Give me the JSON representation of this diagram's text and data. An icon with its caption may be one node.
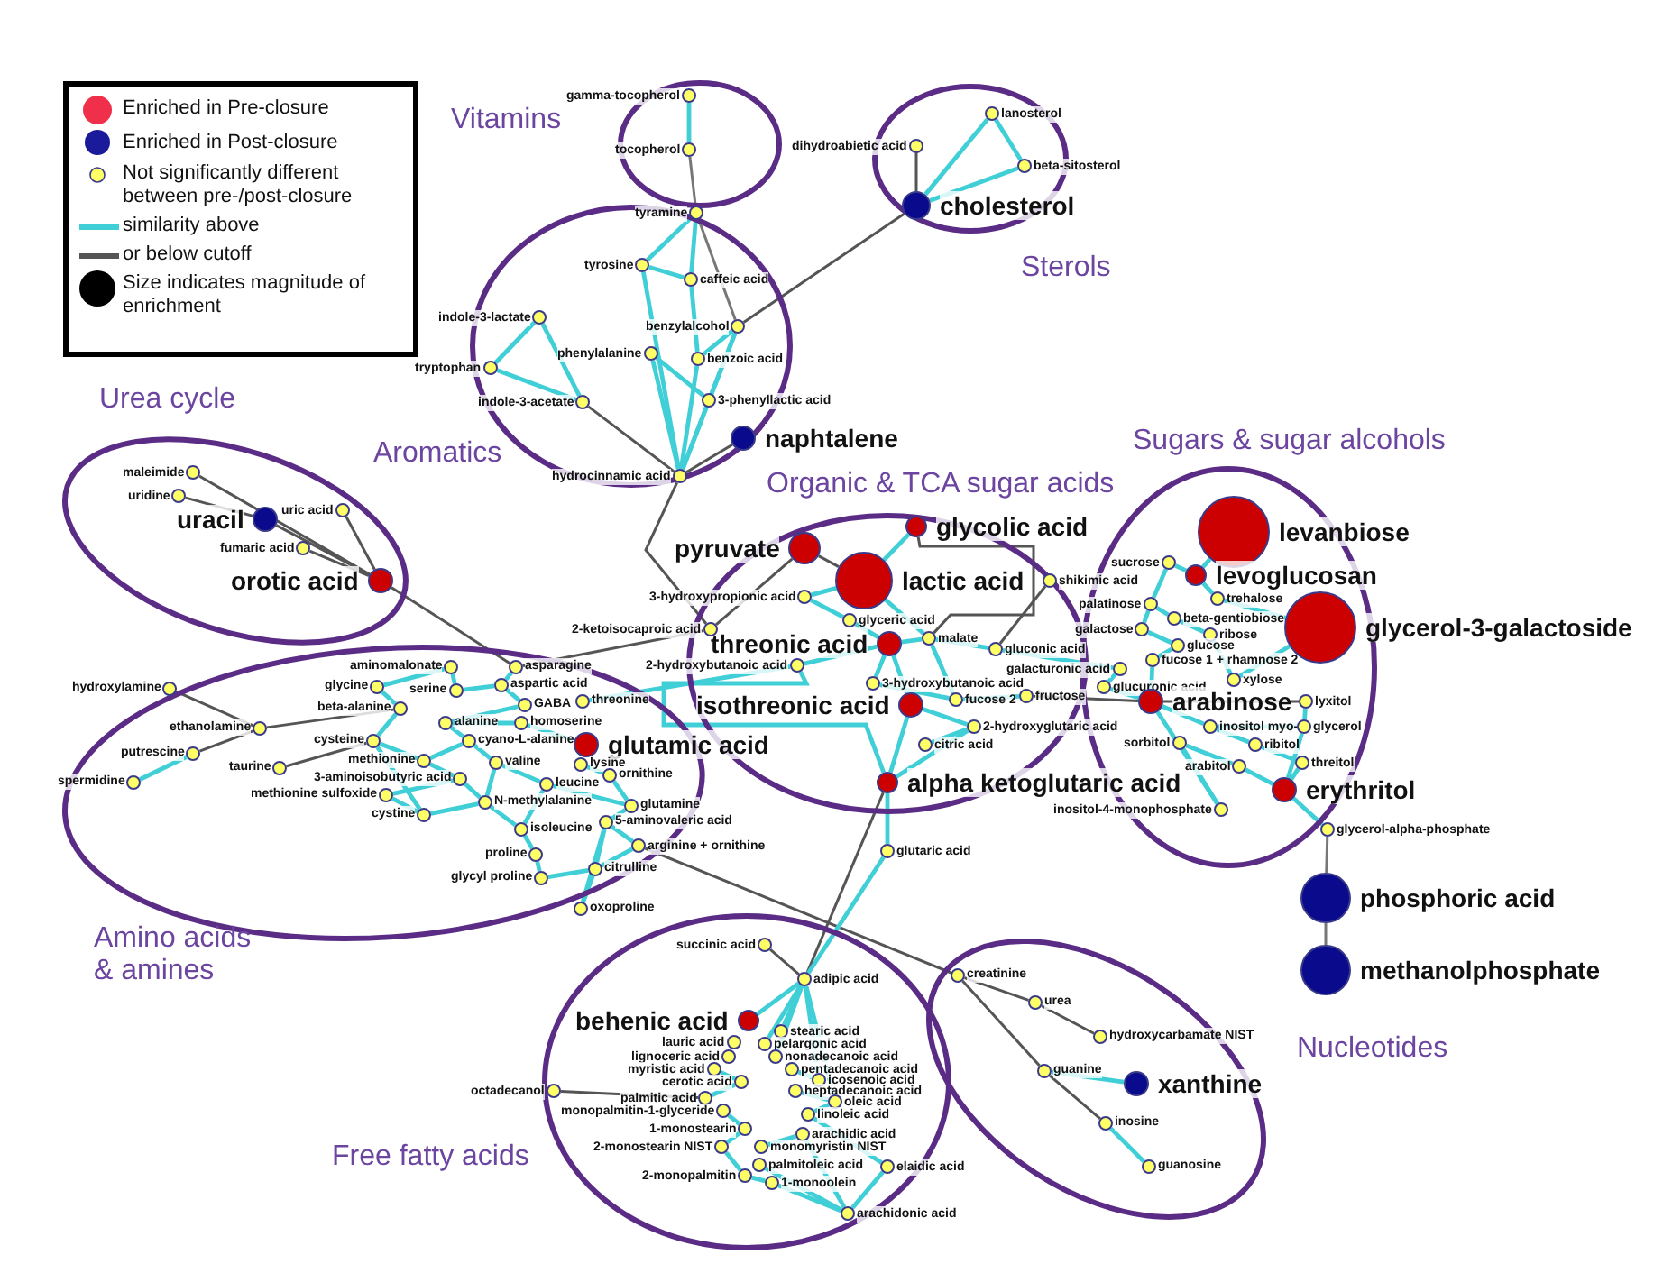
{
  "diagram": {
    "nodes": [
      {
        "text": [
          "Vitamins"
        ]
      },
      {
        "text": [
          "gamma-tocopherol"
        ]
      },
      {
        "text": [
          "tocopherol"
        ],
        "in": 0
      },
      {
        "text": [
          "Sterols"
        ]
      },
      {
        "text": [
          "lanosterol"
        ],
        "in": 3
      },
      {
        "text": [
          "dihydroabietic acid"
        ]
      },
      {
        "text": [
          "beta-sitosterol"
        ]
      },
      {
        "text": [
          "cholesterol"
        ],
        "in": 3
      },
      {
        "text": [
          "Aromatics"
        ]
      },
      {
        "text": [
          "tyramine"
        ],
        "in": 8
      },
      {
        "text": [
          "tyrosine"
        ],
        "in": 8
      },
      {
        "text": [
          "caffeic acid"
        ],
        "in": 8
      },
      {
        "text": [
          "indole-3-lactate"
        ],
        "in": 8
      },
      {
        "text": [
          "benzylalcohol"
        ],
        "in": 8
      },
      {
        "text": [
          "phenylalanine"
        ],
        "in": 8
      },
      {
        "text": [
          "benzoic acid"
        ],
        "in": 8
      },
      {
        "text": [
          "tryptophan"
        ]
      },
      {
        "text": [
          "indole-3-acetate"
        ],
        "in": 8
      },
      {
        "text": [
          "3-phenyllactic acid"
        ],
        "in": 8
      },
      {
        "text": [
          "naphtalene"
        ]
      },
      {
        "text": [
          "hydrocinnamic acid"
        ],
        "in": 8
      },
      {
        "text": [
          "Urea cycle"
        ]
      },
      {
        "text": [
          "maleimide"
        ],
        "in": 21
      },
      {
        "text": [
          "uridine"
        ],
        "in": 21
      },
      {
        "text": [
          "uric acid"
        ],
        "in": 21
      },
      {
        "text": [
          "uracil"
        ],
        "in": 21
      },
      {
        "text": [
          "fumaric acid"
        ],
        "in": 21
      },
      {
        "text": [
          "orotic acid"
        ],
        "in": 21
      },
      {
        "text": [
          "Amino acids & amines"
        ]
      },
      {
        "text": [
          "aminomalonate"
        ],
        "in": 28
      },
      {
        "text": [
          "asparagine"
        ],
        "in": 28
      },
      {
        "text": [
          "aspartic acid"
        ],
        "in": 28
      },
      {
        "text": [
          "glycine"
        ],
        "in": 28
      },
      {
        "text": [
          "hydroxylamine"
        ],
        "in": 28
      },
      {
        "text": [
          "serine"
        ],
        "in": 28
      },
      {
        "text": [
          "threonine"
        ],
        "in": 28
      },
      {
        "text": [
          "GABA"
        ],
        "in": 28
      },
      {
        "text": [
          "beta-alanine"
        ],
        "in": 28
      },
      {
        "text": [
          "alanine"
        ],
        "in": 28
      },
      {
        "text": [
          "homoserine"
        ],
        "in": 28
      },
      {
        "text": [
          "ethanolamine"
        ],
        "in": 28
      },
      {
        "text": [
          "glutamic acid"
        ],
        "in": 28
      },
      {
        "text": [
          "cysteine"
        ],
        "in": 28
      },
      {
        "text": [
          "cyano-L-alanine"
        ],
        "in": 28
      },
      {
        "text": [
          "putrescine"
        ],
        "in": 28
      },
      {
        "text": [
          "lysine"
        ],
        "in": 28
      },
      {
        "text": [
          "methionine"
        ],
        "in": 28
      },
      {
        "text": [
          "valine"
        ],
        "in": 28
      },
      {
        "text": [
          "taurine"
        ],
        "in": 28
      },
      {
        "text": [
          "ornithine"
        ],
        "in": 28
      },
      {
        "text": [
          "3-aminoisobutyric acid"
        ],
        "in": 28
      },
      {
        "text": [
          "spermidine"
        ],
        "in": 28
      },
      {
        "text": [
          "leucine"
        ],
        "in": 28
      },
      {
        "text": [
          "methionine sulfoxide"
        ],
        "in": 28
      },
      {
        "text": [
          "N-methylalanine"
        ],
        "in": 28
      },
      {
        "text": [
          "glutamine"
        ],
        "in": 28
      },
      {
        "text": [
          "cystine"
        ],
        "in": 28
      },
      {
        "text": [
          "5-aminovaleric acid"
        ],
        "in": 28
      },
      {
        "text": [
          "isoleucine"
        ],
        "in": 28
      },
      {
        "text": [
          "arginine + ornithine"
        ]
      },
      {
        "text": [
          "proline"
        ],
        "in": 28
      },
      {
        "text": [
          "citrulline"
        ],
        "in": 28
      },
      {
        "text": [
          "glycyl proline"
        ],
        "in": 28
      },
      {
        "text": [
          "oxoproline"
        ],
        "in": 28
      },
      {
        "text": [
          "Organic & TCA sugar acids"
        ]
      },
      {
        "text": [
          "glycolic acid"
        ],
        "in": 64
      },
      {
        "text": [
          "pyruvate"
        ],
        "in": 64
      },
      {
        "text": [
          "lactic acid"
        ],
        "in": 64
      },
      {
        "text": [
          "shikimic acid"
        ]
      },
      {
        "text": [
          "3-hydroxypropionic acid"
        ],
        "in": 64
      },
      {
        "text": [
          "glyceric acid"
        ],
        "in": 64
      },
      {
        "text": [
          "2-ketoisocaproic acid"
        ]
      },
      {
        "text": [
          "malate"
        ],
        "in": 64
      },
      {
        "text": [
          "threonic acid"
        ],
        "in": 64
      },
      {
        "text": [
          "gluconic acid"
        ],
        "in": 64
      },
      {
        "text": [
          "2-hydroxybutanoic acid"
        ],
        "in": 64
      },
      {
        "text": [
          "galacturonic acid"
        ]
      },
      {
        "text": [
          "3-hydroxybutanoic acid"
        ],
        "in": 64
      },
      {
        "text": [
          "fructose"
        ],
        "in": 64
      },
      {
        "text": [
          "fucose 2"
        ],
        "in": 64
      },
      {
        "text": [
          "isothreonic acid"
        ],
        "in": 64
      },
      {
        "text": [
          "2-hydroxyglutaric acid"
        ],
        "in": 64
      },
      {
        "text": [
          "citric acid"
        ],
        "in": 64
      },
      {
        "text": [
          "alpha ketoglutaric acid"
        ]
      },
      {
        "text": [
          "glutaric acid"
        ]
      },
      {
        "text": [
          "Sugars & sugar alcohols"
        ]
      },
      {
        "text": [
          "levanbiose"
        ],
        "in": 85
      },
      {
        "text": [
          "sucrose"
        ],
        "in": 85
      },
      {
        "text": [
          "levoglucosan"
        ],
        "in": 85
      },
      {
        "text": [
          "trehalose"
        ],
        "in": 85
      },
      {
        "text": [
          "palatinose"
        ],
        "in": 85
      },
      {
        "text": [
          "beta-gentiobiose"
        ],
        "in": 85
      },
      {
        "text": [
          "glycerol-3-galactoside"
        ]
      },
      {
        "text": [
          "galactose"
        ],
        "in": 85
      },
      {
        "text": [
          "ribose"
        ],
        "in": 85
      },
      {
        "text": [
          "glucose"
        ],
        "in": 85
      },
      {
        "text": [
          "fucose 1 + rhamnose 2"
        ],
        "in": 85
      },
      {
        "text": [
          "glucuronic acid"
        ],
        "in": 85
      },
      {
        "text": [
          "xylose"
        ],
        "in": 85
      },
      {
        "text": [
          "arabinose"
        ],
        "in": 85
      },
      {
        "text": [
          "lyxitol"
        ],
        "in": 85
      },
      {
        "text": [
          "inositol myo-"
        ],
        "in": 85
      },
      {
        "text": [
          "glycerol"
        ],
        "in": 85
      },
      {
        "text": [
          "sorbitol"
        ],
        "in": 85
      },
      {
        "text": [
          "ribitol"
        ],
        "in": 85
      },
      {
        "text": [
          "threitol"
        ],
        "in": 85
      },
      {
        "text": [
          "arabitol"
        ],
        "in": 85
      },
      {
        "text": [
          "erythritol"
        ],
        "in": 85
      },
      {
        "text": [
          "inositol-4-monophosphate"
        ]
      },
      {
        "text": [
          "glycerol-alpha-phosphate"
        ]
      },
      {
        "text": [
          "phosphoric acid"
        ]
      },
      {
        "text": [
          "methanolphosphate"
        ]
      },
      {
        "text": [
          "Nucleotides"
        ]
      },
      {
        "text": [
          "creatinine"
        ],
        "in": 112
      },
      {
        "text": [
          "urea"
        ],
        "in": 112
      },
      {
        "text": [
          "hydroxycarbamate NIST"
        ],
        "in": 112
      },
      {
        "text": [
          "guanine"
        ],
        "in": 112
      },
      {
        "text": [
          "xanthine"
        ],
        "in": 112
      },
      {
        "text": [
          "inosine"
        ],
        "in": 112
      },
      {
        "text": [
          "guanosine"
        ],
        "in": 112
      },
      {
        "text": [
          "Free fatty acids"
        ]
      },
      {
        "text": [
          "succinic acid"
        ],
        "in": 120
      },
      {
        "text": [
          "adipic acid"
        ],
        "in": 120
      },
      {
        "text": [
          "behenic acid"
        ],
        "in": 120
      },
      {
        "text": [
          "stearic acid"
        ],
        "in": 120
      },
      {
        "text": [
          "lauric acid"
        ],
        "in": 120
      },
      {
        "text": [
          "pelargonic acid"
        ],
        "in": 120
      },
      {
        "text": [
          "lignoceric acid"
        ],
        "in": 120
      },
      {
        "text": [
          "nonadecanoic acid"
        ],
        "in": 120
      },
      {
        "text": [
          "myristic acid"
        ],
        "in": 120
      },
      {
        "text": [
          "pentadecanoic acid"
        ],
        "in": 120
      },
      {
        "text": [
          "icosenoic acid"
        ],
        "in": 120
      },
      {
        "text": [
          "cerotic acid"
        ],
        "in": 120
      },
      {
        "text": [
          "heptadecanoic acid"
        ],
        "in": 120
      },
      {
        "text": [
          "octadecanol"
        ]
      },
      {
        "text": [
          "palmitic acid"
        ],
        "in": 120
      },
      {
        "text": [
          "oleic acid"
        ],
        "in": 120
      },
      {
        "text": [
          "monopalmitin-1-glyceride"
        ],
        "in": 120
      },
      {
        "text": [
          "linoleic acid"
        ],
        "in": 120
      },
      {
        "text": [
          "1-monostearin"
        ],
        "in": 120
      },
      {
        "text": [
          "arachidic acid"
        ],
        "in": 120
      },
      {
        "text": [
          "2-monostearin NIST"
        ],
        "in": 120
      },
      {
        "text": [
          "monomyristin NIST"
        ],
        "in": 120
      },
      {
        "text": [
          "palmitoleic acid"
        ],
        "in": 120
      },
      {
        "text": [
          "elaidic acid"
        ],
        "in": 120
      },
      {
        "text": [
          "2-monopalmitin"
        ],
        "in": 120
      },
      {
        "text": [
          "1-monoolein"
        ],
        "in": 120
      },
      {
        "text": [
          "arachidonic acid"
        ],
        "in": 120
      }
    ],
    "edges": [
      {
        "from": 1,
        "to": 2,
        "arrow": "none"
      },
      {
        "from": 2,
        "to": 9,
        "arrow": "none",
        "color": "#777777"
      },
      {
        "from": 5,
        "to": 7,
        "arrow": "none",
        "color": "#555555"
      },
      {
        "from": 7,
        "to": 4,
        "arrow": "none"
      },
      {
        "from": 7,
        "to": 6,
        "arrow": "none"
      },
      {
        "from": 4,
        "to": 6,
        "arrow": "none"
      },
      {
        "from": 13,
        "to": 7,
        "arrow": "none",
        "color": "#555555"
      },
      {
        "from": 9,
        "to": 10,
        "arrow": "none"
      },
      {
        "from": 9,
        "to": 11,
        "arrow": "none"
      },
      {
        "from": 9,
        "to": 13,
        "arrow": "none",
        "color": "#777777"
      },
      {
        "from": 10,
        "to": 11,
        "arrow": "none"
      },
      {
        "from": 10,
        "to": 20,
        "arrow": "none"
      },
      {
        "from": 11,
        "to": 15,
        "arrow": "none"
      },
      {
        "from": 13,
        "to": 15,
        "arrow": "none"
      },
      {
        "from": 13,
        "to": 18,
        "arrow": "none"
      },
      {
        "from": 13,
        "to": 20,
        "arrow": "none"
      },
      {
        "from": 14,
        "to": 18,
        "arrow": "none"
      },
      {
        "from": 14,
        "to": 20,
        "arrow": "none"
      },
      {
        "from": 15,
        "to": 20,
        "arrow": "none"
      },
      {
        "from": 18,
        "to": 20,
        "arrow": "none"
      },
      {
        "from": 12,
        "to": 16,
        "arrow": "none"
      },
      {
        "from": 12,
        "to": 17,
        "arrow": "none"
      },
      {
        "from": 16,
        "to": 17,
        "arrow": "none"
      },
      {
        "from": 17,
        "to": 20,
        "arrow": "none",
        "color": "#555555"
      },
      {
        "from": 19,
        "to": 20,
        "arrow": "none",
        "color": "#555555"
      },
      {
        "from": 20,
        "to": 71,
        "arrow": "none",
        "color": "#555555"
      },
      {
        "from": 22,
        "to": 27,
        "arrow": "none",
        "color": "#555555"
      },
      {
        "from": 23,
        "to": 25,
        "arrow": "none",
        "color": "#555555"
      },
      {
        "from": 25,
        "to": 27,
        "arrow": "none",
        "color": "#555555"
      },
      {
        "from": 24,
        "to": 27,
        "arrow": "none",
        "color": "#555555"
      },
      {
        "from": 26,
        "to": 27,
        "arrow": "none",
        "color": "#555555"
      },
      {
        "from": 27,
        "to": 30,
        "arrow": "none",
        "color": "#555555"
      },
      {
        "from": 33,
        "to": 40,
        "arrow": "none",
        "color": "#555555"
      },
      {
        "from": 40,
        "to": 44,
        "arrow": "none",
        "color": "#555555"
      },
      {
        "from": 44,
        "to": 51,
        "arrow": "none"
      },
      {
        "from": 40,
        "to": 37,
        "arrow": "none",
        "color": "#555555"
      },
      {
        "from": 48,
        "to": 42,
        "arrow": "none",
        "color": "#555555"
      },
      {
        "from": 30,
        "to": 71,
        "arrow": "none",
        "color": "#555555"
      },
      {
        "from": 35,
        "to": 75,
        "arrow": "none"
      },
      {
        "from": 59,
        "to": 113,
        "arrow": "none",
        "color": "#555555"
      },
      {
        "from": 29,
        "to": 32,
        "arrow": "none"
      },
      {
        "from": 29,
        "to": 34,
        "arrow": "none"
      },
      {
        "from": 32,
        "to": 37,
        "arrow": "none"
      },
      {
        "from": 34,
        "to": 31,
        "arrow": "none"
      },
      {
        "from": 31,
        "to": 36,
        "arrow": "none"
      },
      {
        "from": 31,
        "to": 30,
        "arrow": "none"
      },
      {
        "from": 38,
        "to": 39,
        "arrow": "none"
      },
      {
        "from": 38,
        "to": 43,
        "arrow": "none"
      },
      {
        "from": 37,
        "to": 42,
        "arrow": "none"
      },
      {
        "from": 42,
        "to": 46,
        "arrow": "none"
      },
      {
        "from": 42,
        "to": 56,
        "arrow": "none"
      },
      {
        "from": 46,
        "to": 50,
        "arrow": "none"
      },
      {
        "from": 50,
        "to": 53,
        "arrow": "none"
      },
      {
        "from": 53,
        "to": 56,
        "arrow": "none"
      },
      {
        "from": 56,
        "to": 54,
        "arrow": "none"
      },
      {
        "from": 43,
        "to": 47,
        "arrow": "none"
      },
      {
        "from": 47,
        "to": 54,
        "arrow": "none"
      },
      {
        "from": 47,
        "to": 52,
        "arrow": "none"
      },
      {
        "from": 52,
        "to": 58,
        "arrow": "none"
      },
      {
        "from": 54,
        "to": 58,
        "arrow": "none"
      },
      {
        "from": 58,
        "to": 60,
        "arrow": "none"
      },
      {
        "from": 60,
        "to": 62,
        "arrow": "none"
      },
      {
        "from": 62,
        "to": 61,
        "arrow": "none"
      },
      {
        "from": 61,
        "to": 63,
        "arrow": "none"
      },
      {
        "from": 57,
        "to": 59,
        "arrow": "none"
      },
      {
        "from": 55,
        "to": 57,
        "arrow": "none"
      },
      {
        "from": 45,
        "to": 49,
        "arrow": "none"
      },
      {
        "from": 39,
        "to": 41,
        "arrow": "none"
      },
      {
        "from": 52,
        "to": 55,
        "arrow": "none"
      },
      {
        "from": 49,
        "to": 55,
        "arrow": "none"
      },
      {
        "from": 57,
        "to": 61,
        "arrow": "none"
      },
      {
        "from": 36,
        "to": 38,
        "arrow": "none"
      },
      {
        "from": 50,
        "to": 54,
        "arrow": "none"
      },
      {
        "from": 46,
        "to": 43,
        "arrow": "none"
      },
      {
        "from": 59,
        "to": 61,
        "arrow": "none"
      },
      {
        "from": 63,
        "to": 57,
        "arrow": "none"
      },
      {
        "from": 66,
        "to": 67,
        "arrow": "none",
        "color": "#555555"
      },
      {
        "from": 66,
        "to": 71,
        "arrow": "none",
        "color": "#555555"
      },
      {
        "from": 65,
        "to": 72,
        "arrow": "none",
        "color": "#555555"
      },
      {
        "from": 68,
        "to": 74,
        "arrow": "none",
        "color": "#555555"
      },
      {
        "from": 67,
        "to": 69,
        "arrow": "none"
      },
      {
        "from": 67,
        "to": 65,
        "arrow": "none"
      },
      {
        "from": 69,
        "to": 70,
        "arrow": "none"
      },
      {
        "from": 70,
        "to": 73,
        "arrow": "none"
      },
      {
        "from": 73,
        "to": 72,
        "arrow": "none"
      },
      {
        "from": 73,
        "to": 77,
        "arrow": "none"
      },
      {
        "from": 73,
        "to": 80,
        "arrow": "none"
      },
      {
        "from": 75,
        "to": 73,
        "arrow": "none"
      },
      {
        "from": 75,
        "to": 83,
        "arrow": "none"
      },
      {
        "from": 80,
        "to": 83,
        "arrow": "none"
      },
      {
        "from": 72,
        "to": 74,
        "arrow": "none"
      },
      {
        "from": 74,
        "to": 76,
        "arrow": "none"
      },
      {
        "from": 79,
        "to": 78,
        "arrow": "none"
      },
      {
        "from": 78,
        "to": 99,
        "arrow": "none",
        "color": "#555555"
      },
      {
        "from": 81,
        "to": 83,
        "arrow": "none"
      },
      {
        "from": 81,
        "to": 82,
        "arrow": "none"
      },
      {
        "from": 83,
        "to": 84,
        "arrow": "none"
      },
      {
        "from": 77,
        "to": 79,
        "arrow": "none"
      },
      {
        "from": 80,
        "to": 81,
        "arrow": "none"
      },
      {
        "from": 76,
        "to": 97,
        "arrow": "none"
      },
      {
        "from": 72,
        "to": 79,
        "arrow": "none"
      },
      {
        "from": 83,
        "to": 122,
        "arrow": "none",
        "color": "#555555"
      },
      {
        "from": 84,
        "to": 122,
        "arrow": "none"
      },
      {
        "from": 67,
        "to": 72,
        "arrow": "none"
      },
      {
        "from": 86,
        "to": 88,
        "arrow": "none"
      },
      {
        "from": 87,
        "to": 88,
        "arrow": "none"
      },
      {
        "from": 88,
        "to": 89,
        "arrow": "none"
      },
      {
        "from": 89,
        "to": 92,
        "arrow": "none"
      },
      {
        "from": 90,
        "to": 91,
        "arrow": "none"
      },
      {
        "from": 91,
        "to": 94,
        "arrow": "none"
      },
      {
        "from": 93,
        "to": 95,
        "arrow": "none"
      },
      {
        "from": 94,
        "to": 98,
        "arrow": "none"
      },
      {
        "from": 95,
        "to": 96,
        "arrow": "none"
      },
      {
        "from": 96,
        "to": 99,
        "arrow": "none"
      },
      {
        "from": 97,
        "to": 99,
        "arrow": "none"
      },
      {
        "from": 99,
        "to": 101,
        "arrow": "none"
      },
      {
        "from": 101,
        "to": 102,
        "arrow": "none"
      },
      {
        "from": 100,
        "to": 102,
        "arrow": "none"
      },
      {
        "from": 103,
        "to": 106,
        "arrow": "none"
      },
      {
        "from": 101,
        "to": 104,
        "arrow": "none"
      },
      {
        "from": 104,
        "to": 105,
        "arrow": "none"
      },
      {
        "from": 105,
        "to": 107,
        "arrow": "none"
      },
      {
        "from": 106,
        "to": 107,
        "arrow": "none"
      },
      {
        "from": 102,
        "to": 107,
        "arrow": "none"
      },
      {
        "from": 92,
        "to": 98,
        "arrow": "none"
      },
      {
        "from": 87,
        "to": 90,
        "arrow": "none"
      },
      {
        "from": 90,
        "to": 93,
        "arrow": "none"
      },
      {
        "from": 108,
        "to": 99,
        "arrow": "none"
      },
      {
        "from": 108,
        "to": 103,
        "arrow": "none"
      },
      {
        "from": 99,
        "to": 100,
        "arrow": "none",
        "color": "#555555"
      },
      {
        "from": 107,
        "to": 109,
        "arrow": "none"
      },
      {
        "from": 109,
        "to": 110,
        "arrow": "none",
        "color": "#777777"
      },
      {
        "from": 110,
        "to": 111,
        "arrow": "none",
        "color": "#777777"
      },
      {
        "from": 113,
        "to": 114,
        "arrow": "none",
        "color": "#555555"
      },
      {
        "from": 114,
        "to": 115,
        "arrow": "none",
        "color": "#555555"
      },
      {
        "from": 113,
        "to": 116,
        "arrow": "none",
        "color": "#555555"
      },
      {
        "from": 116,
        "to": 117,
        "arrow": "none"
      },
      {
        "from": 116,
        "to": 118,
        "arrow": "none",
        "color": "#555555"
      },
      {
        "from": 118,
        "to": 119,
        "arrow": "none"
      },
      {
        "from": 121,
        "to": 122,
        "arrow": "none",
        "color": "#555555"
      },
      {
        "from": 134,
        "to": 135,
        "arrow": "none",
        "color": "#555555"
      },
      {
        "from": 122,
        "to": 123,
        "arrow": "none"
      },
      {
        "from": 122,
        "to": 124,
        "arrow": "none"
      },
      {
        "from": 122,
        "to": 126,
        "arrow": "none"
      },
      {
        "from": 122,
        "to": 128,
        "arrow": "none"
      },
      {
        "from": 122,
        "to": 131,
        "arrow": "none"
      },
      {
        "from": 122,
        "to": 136,
        "arrow": "none"
      },
      {
        "from": 129,
        "to": 132,
        "arrow": "none"
      },
      {
        "from": 130,
        "to": 131,
        "arrow": "none"
      },
      {
        "from": 132,
        "to": 135,
        "arrow": "none"
      },
      {
        "from": 133,
        "to": 136,
        "arrow": "none"
      },
      {
        "from": 136,
        "to": 138,
        "arrow": "none"
      },
      {
        "from": 137,
        "to": 139,
        "arrow": "none"
      },
      {
        "from": 139,
        "to": 141,
        "arrow": "none"
      },
      {
        "from": 140,
        "to": 142,
        "arrow": "none"
      },
      {
        "from": 141,
        "to": 145,
        "arrow": "none"
      },
      {
        "from": 145,
        "to": 146,
        "arrow": "none"
      },
      {
        "from": 146,
        "to": 147,
        "arrow": "none"
      },
      {
        "from": 143,
        "to": 147,
        "arrow": "none"
      },
      {
        "from": 144,
        "to": 147,
        "arrow": "none"
      },
      {
        "from": 140,
        "to": 147,
        "arrow": "none"
      },
      {
        "from": 144,
        "to": 138,
        "arrow": "none"
      }
    ],
    "legend": [
      {
        "text": "Enriched in Pre-closure",
        "color": "#f0304a"
      },
      {
        "text": "Enriched in Post-closure",
        "color": "#1a1a9a"
      },
      {
        "text": "Not significantly different between pre-/post-closure",
        "color": "#ffff66"
      },
      {
        "text": "similarity above"
      },
      {
        "text": "or below cutoff"
      },
      {
        "text": "Size indicates magnitude of enrichment",
        "color": "#000000"
      }
    ]
  }
}
